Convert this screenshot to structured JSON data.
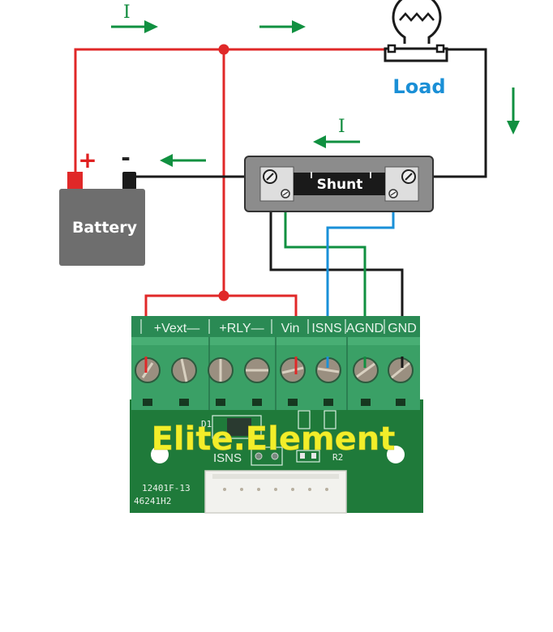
{
  "diagram": {
    "title": "Shunt current sensing wiring diagram",
    "components": {
      "load": {
        "label": "Load",
        "icon": "light-bulb-icon"
      },
      "battery": {
        "label": "Battery",
        "plus_label": "+",
        "minus_label": "-"
      },
      "shunt": {
        "label": "Shunt"
      },
      "current_labels": {
        "top": "I",
        "middle": "I"
      }
    },
    "board": {
      "terminal_labels": [
        "+Vext—",
        "+RLY—",
        "Vin",
        "ISNS",
        "AGND",
        "GND"
      ],
      "brand": "Elite.Element",
      "silkscreen": {
        "part_top": "12401F-13",
        "part_bottom": "46241H2",
        "isns": "ISNS",
        "d1": "D1",
        "r2": "R2"
      },
      "terminal_count": 8,
      "connector_pins": 7
    },
    "wire_colors": {
      "positive": "#e02828",
      "negative": "#1a1a1a",
      "sense_plus": "#1a90d8",
      "sense_minus": "#109040",
      "arrows": "#109040"
    }
  }
}
